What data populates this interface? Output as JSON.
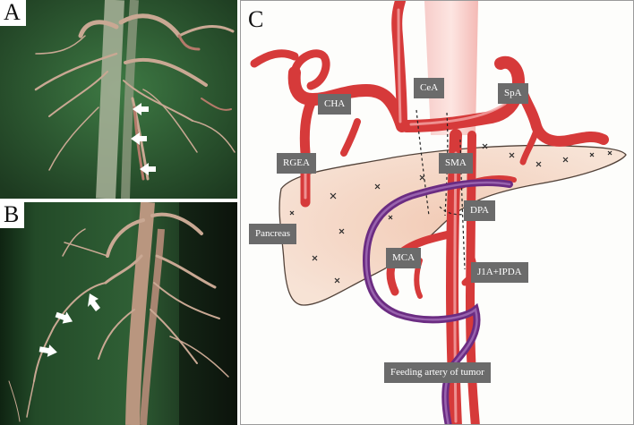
{
  "panels": {
    "a": {
      "letter": "A"
    },
    "b": {
      "letter": "B"
    },
    "c": {
      "letter": "C"
    }
  },
  "labels": {
    "cea": "CeA",
    "spa": "SpA",
    "cha": "CHA",
    "rgea": "RGEA",
    "sma": "SMA",
    "dpa": "DPA",
    "pancreas": "Pancreas",
    "mca": "MCA",
    "j1a_ipda": "J1A+IPDA",
    "feeding": "Feeding artery of tumor"
  },
  "colors": {
    "artery": "#d63a3a",
    "artery_highlight": "#f4a6a6",
    "pancreas": "#f2d5c2",
    "feeding_artery": "#6b2c82",
    "label_bg": "#6b6b6b",
    "ct_background": "#2d5a32",
    "vessel_render": "#c9a893"
  },
  "arrows": {
    "panel_a_count": 3,
    "panel_b_count": 3
  }
}
